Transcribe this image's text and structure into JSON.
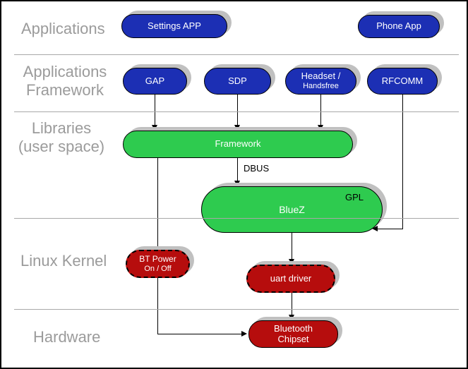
{
  "colors": {
    "blue": "#1C2FB4",
    "green": "#2ECB4F",
    "red": "#B60D0D",
    "label_gray": "#9B9B9B",
    "shadow": "#C0C0C0",
    "line_gray": "#A8A8A8"
  },
  "layers": {
    "applications": {
      "label": "Applications"
    },
    "applications_framework": {
      "line1": "Applications",
      "line2": "Framework"
    },
    "libraries": {
      "line1": "Libraries",
      "line2": "(user space)"
    },
    "linux_kernel": {
      "label": "Linux Kernel"
    },
    "hardware": {
      "label": "Hardware"
    }
  },
  "nodes": {
    "settings_app": {
      "label": "Settings APP"
    },
    "phone_app": {
      "label": "Phone App"
    },
    "gap": {
      "label": "GAP"
    },
    "sdp": {
      "label": "SDP"
    },
    "headset": {
      "line1": "Headset /",
      "line2": "Handsfree"
    },
    "rfcomm": {
      "label": "RFCOMM"
    },
    "framework": {
      "label": "Framework"
    },
    "bluez": {
      "label": "BlueZ",
      "badge": "GPL"
    },
    "bt_power": {
      "line1": "BT Power",
      "line2": "On / Off"
    },
    "uart_driver": {
      "label": "uart driver"
    },
    "bluetooth_chipset": {
      "line1": "Bluetooth",
      "line2": "Chipset"
    }
  },
  "edge_labels": {
    "dbus": "DBUS"
  }
}
